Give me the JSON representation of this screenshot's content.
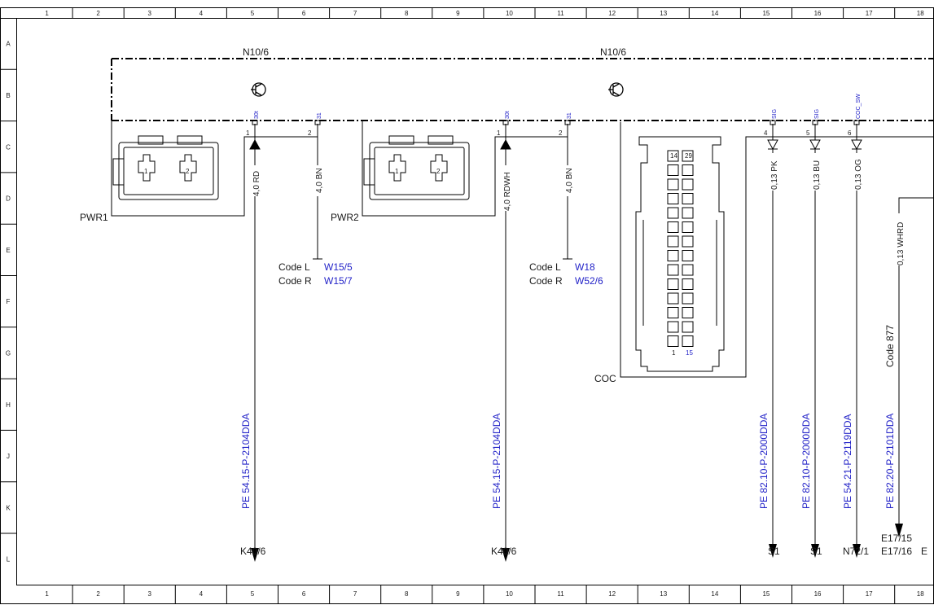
{
  "ruler": {
    "columns": [
      "1",
      "2",
      "3",
      "4",
      "5",
      "6",
      "7",
      "8",
      "9",
      "10",
      "11",
      "12",
      "13",
      "14",
      "15",
      "16",
      "17",
      "18"
    ],
    "rows": [
      "A",
      "B",
      "C",
      "D",
      "E",
      "F",
      "G",
      "H",
      "J",
      "K",
      "L"
    ]
  },
  "module_labels": {
    "left": "N10/6",
    "right": "N10/6"
  },
  "connectors": {
    "pwr1": "PWR1",
    "pwr2": "PWR2",
    "coc": "COC",
    "cavity_1": "1",
    "cavity_2": "2",
    "coc_pins": {
      "top_left": "14",
      "top_right": "29",
      "bottom_left": "1",
      "bottom_right": "15"
    }
  },
  "pins": {
    "p30t_a": "30t",
    "p31_a": "31",
    "p30t_b": "30t",
    "p31_b": "31",
    "sig_4": "SIG",
    "sig_5": "SIG",
    "sig_6": "COC_SW",
    "num_1a": "1",
    "num_2a": "2",
    "num_1b": "1",
    "num_2b": "2",
    "num_4": "4",
    "num_5": "5",
    "num_6": "6"
  },
  "wires": {
    "w1": "4,0 RD",
    "w2": "4,0 BN",
    "w3": "4,0 RDWH",
    "w4": "4,0 BN",
    "w5": "0,13 PK",
    "w6": "0,13 BU",
    "w7": "0,13 OG",
    "w8": "0,13 WHRD"
  },
  "codes": {
    "a_l": "Code L",
    "a_l_ref": "W15/5",
    "a_r": "Code R",
    "a_r_ref": "W15/7",
    "b_l": "Code L",
    "b_l_ref": "W18",
    "b_r": "Code R",
    "b_r_ref": "W52/6",
    "code877": "Code 877"
  },
  "pe_refs": {
    "r1": "PE 54.15-P-2104DDA",
    "r2": "PE 54.15-P-2104DDA",
    "r3": "PE 82.10-P-2000DDA",
    "r4": "PE 82.10-P-2000DDA",
    "r5": "PE 54.21-P-2119DDA",
    "r6": "PE 82.20-P-2101DDA"
  },
  "destinations": {
    "d1": "K40/6",
    "d2": "K40/6",
    "d3": "S1",
    "d4": "S1",
    "d5": "N72/1",
    "d6a": "E17/15",
    "d6b": "E17/16",
    "d6c": "E"
  }
}
